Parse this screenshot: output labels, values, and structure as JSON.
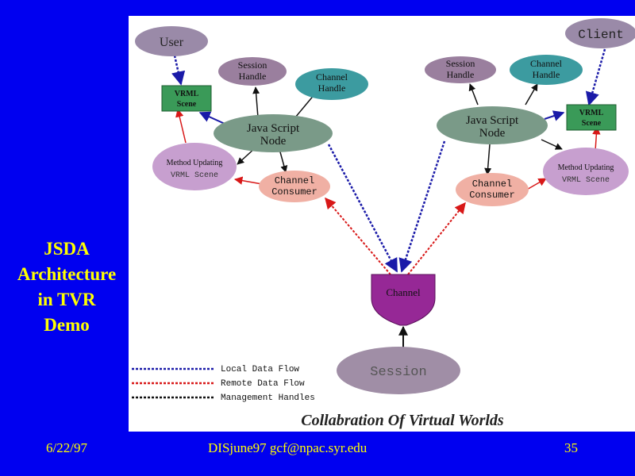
{
  "slide": {
    "title_lines": [
      "JSDA",
      "Architecture",
      "in TVR",
      "Demo"
    ],
    "footer_date": "6/22/97",
    "footer_center": "DISjune97 gcf@npac.syr.edu",
    "footer_page": "35"
  },
  "diagram": {
    "caption": "Collabration Of Virtual Worlds",
    "left": {
      "user": "User",
      "vrml_scene": [
        "VRML",
        "Scene"
      ],
      "session_handle": [
        "Session",
        "Handle"
      ],
      "channel_handle": [
        "Channel",
        "Handle"
      ],
      "java_script_node": [
        "Java Script",
        "Node"
      ],
      "method_updating": [
        "Method Updating",
        "VRML Scene"
      ],
      "channel_consumer": [
        "Channel",
        "Consumer"
      ]
    },
    "right": {
      "client": "Client",
      "vrml_scene": [
        "VRML",
        "Scene"
      ],
      "session_handle": [
        "Session",
        "Handle"
      ],
      "channel_handle": [
        "Channel",
        "Handle"
      ],
      "java_script_node": [
        "Java Script",
        "Node"
      ],
      "method_updating": [
        "Method Updating",
        "VRML Scene"
      ],
      "channel_consumer": [
        "Channel",
        "Consumer"
      ]
    },
    "channel": "Channel",
    "session": "Session",
    "legend": {
      "local": "Local Data Flow",
      "remote": "Remote Data Flow",
      "management": "Management Handles"
    },
    "colors": {
      "slide_background": "#0000f0",
      "title_text": "#ffff00",
      "local_flow": "#2020c0",
      "remote_flow": "#e02020",
      "management_flow": "#202020",
      "user_node": "#9a8aa8",
      "session_handle": "#9a7f9e",
      "channel_handle": "#3c9ba0",
      "vrml_scene": "#3a9a58",
      "java_script_node": "#7a9a88",
      "method_updating": "#c79fcf",
      "channel_consumer": "#f0b0a4",
      "channel": "#962896",
      "session": "#a08ea6"
    }
  }
}
